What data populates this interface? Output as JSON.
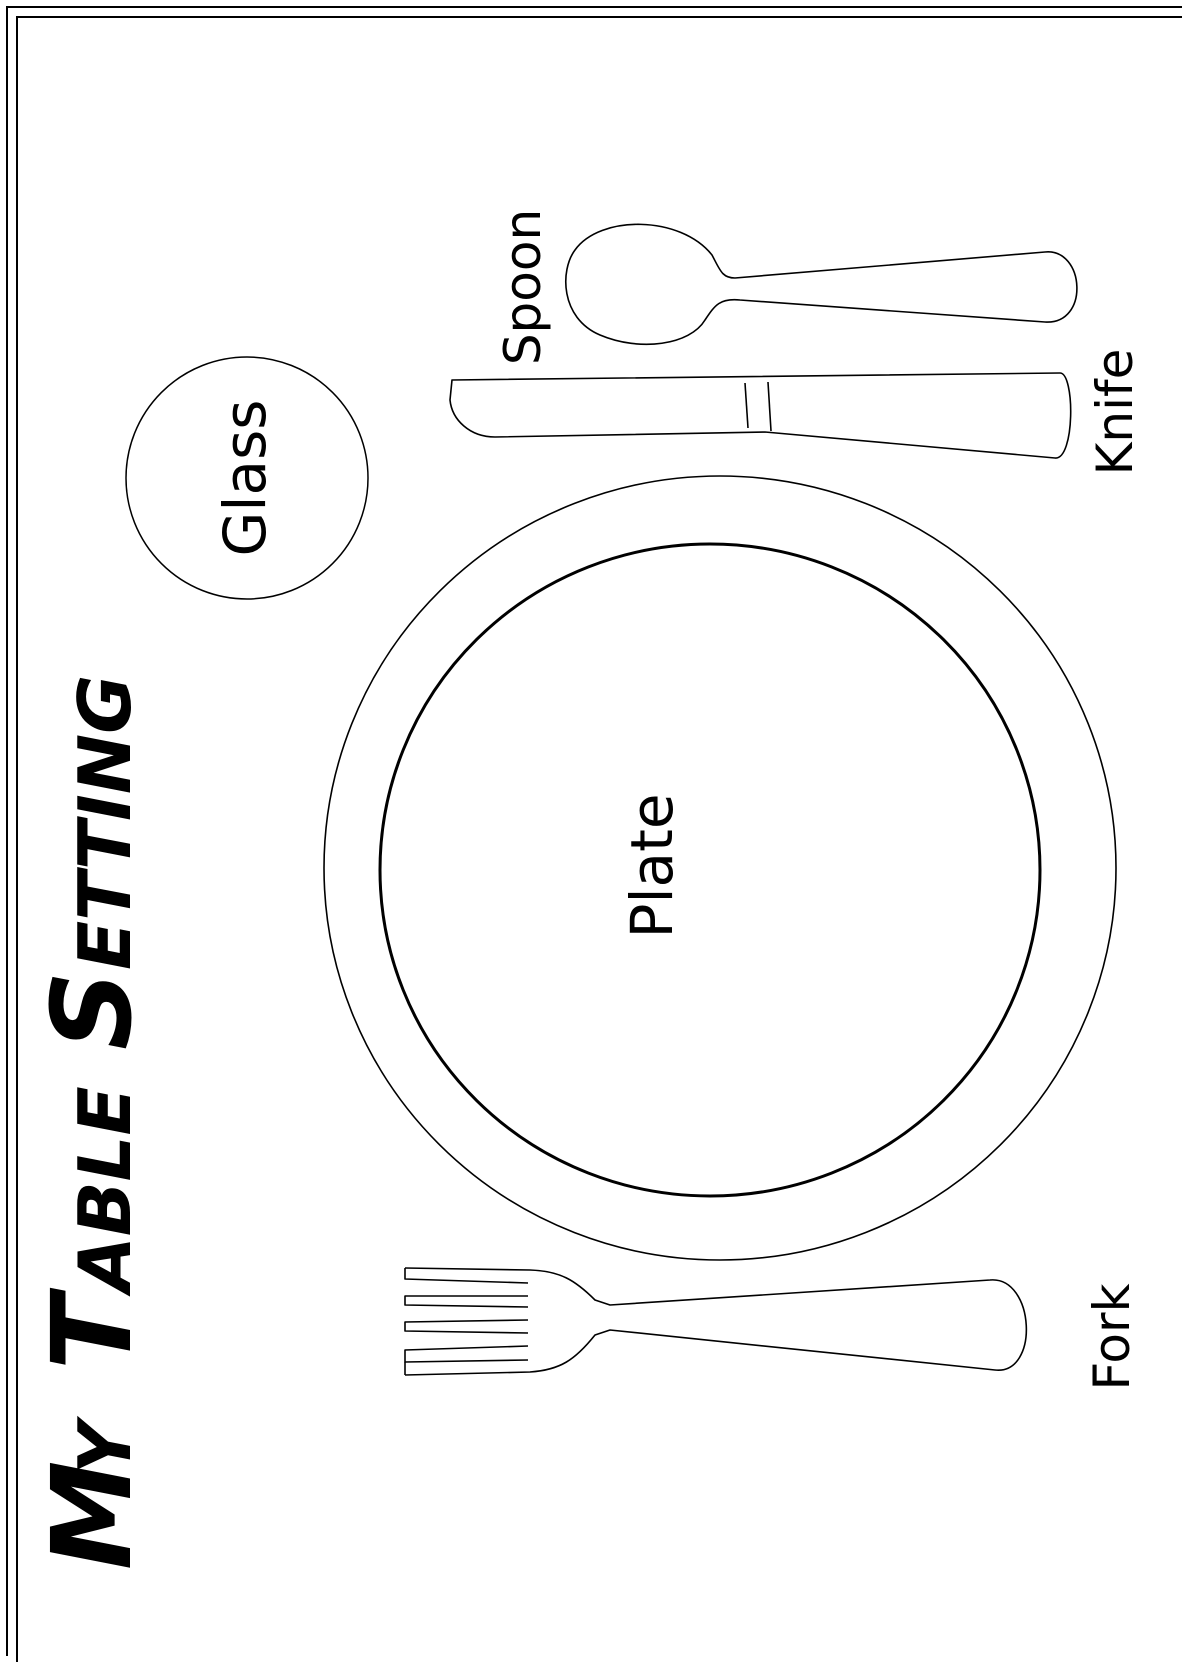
{
  "title": {
    "line_big_1": "M",
    "line_small_1": "Y",
    "line_big_2": "T",
    "line_small_2": "ABLE",
    "line_big_3": "S",
    "line_small_3": "ETTING"
  },
  "labels": {
    "glass": "Glass",
    "spoon": "Spoon",
    "knife": "Knife",
    "plate": "Plate",
    "fork": "Fork"
  }
}
